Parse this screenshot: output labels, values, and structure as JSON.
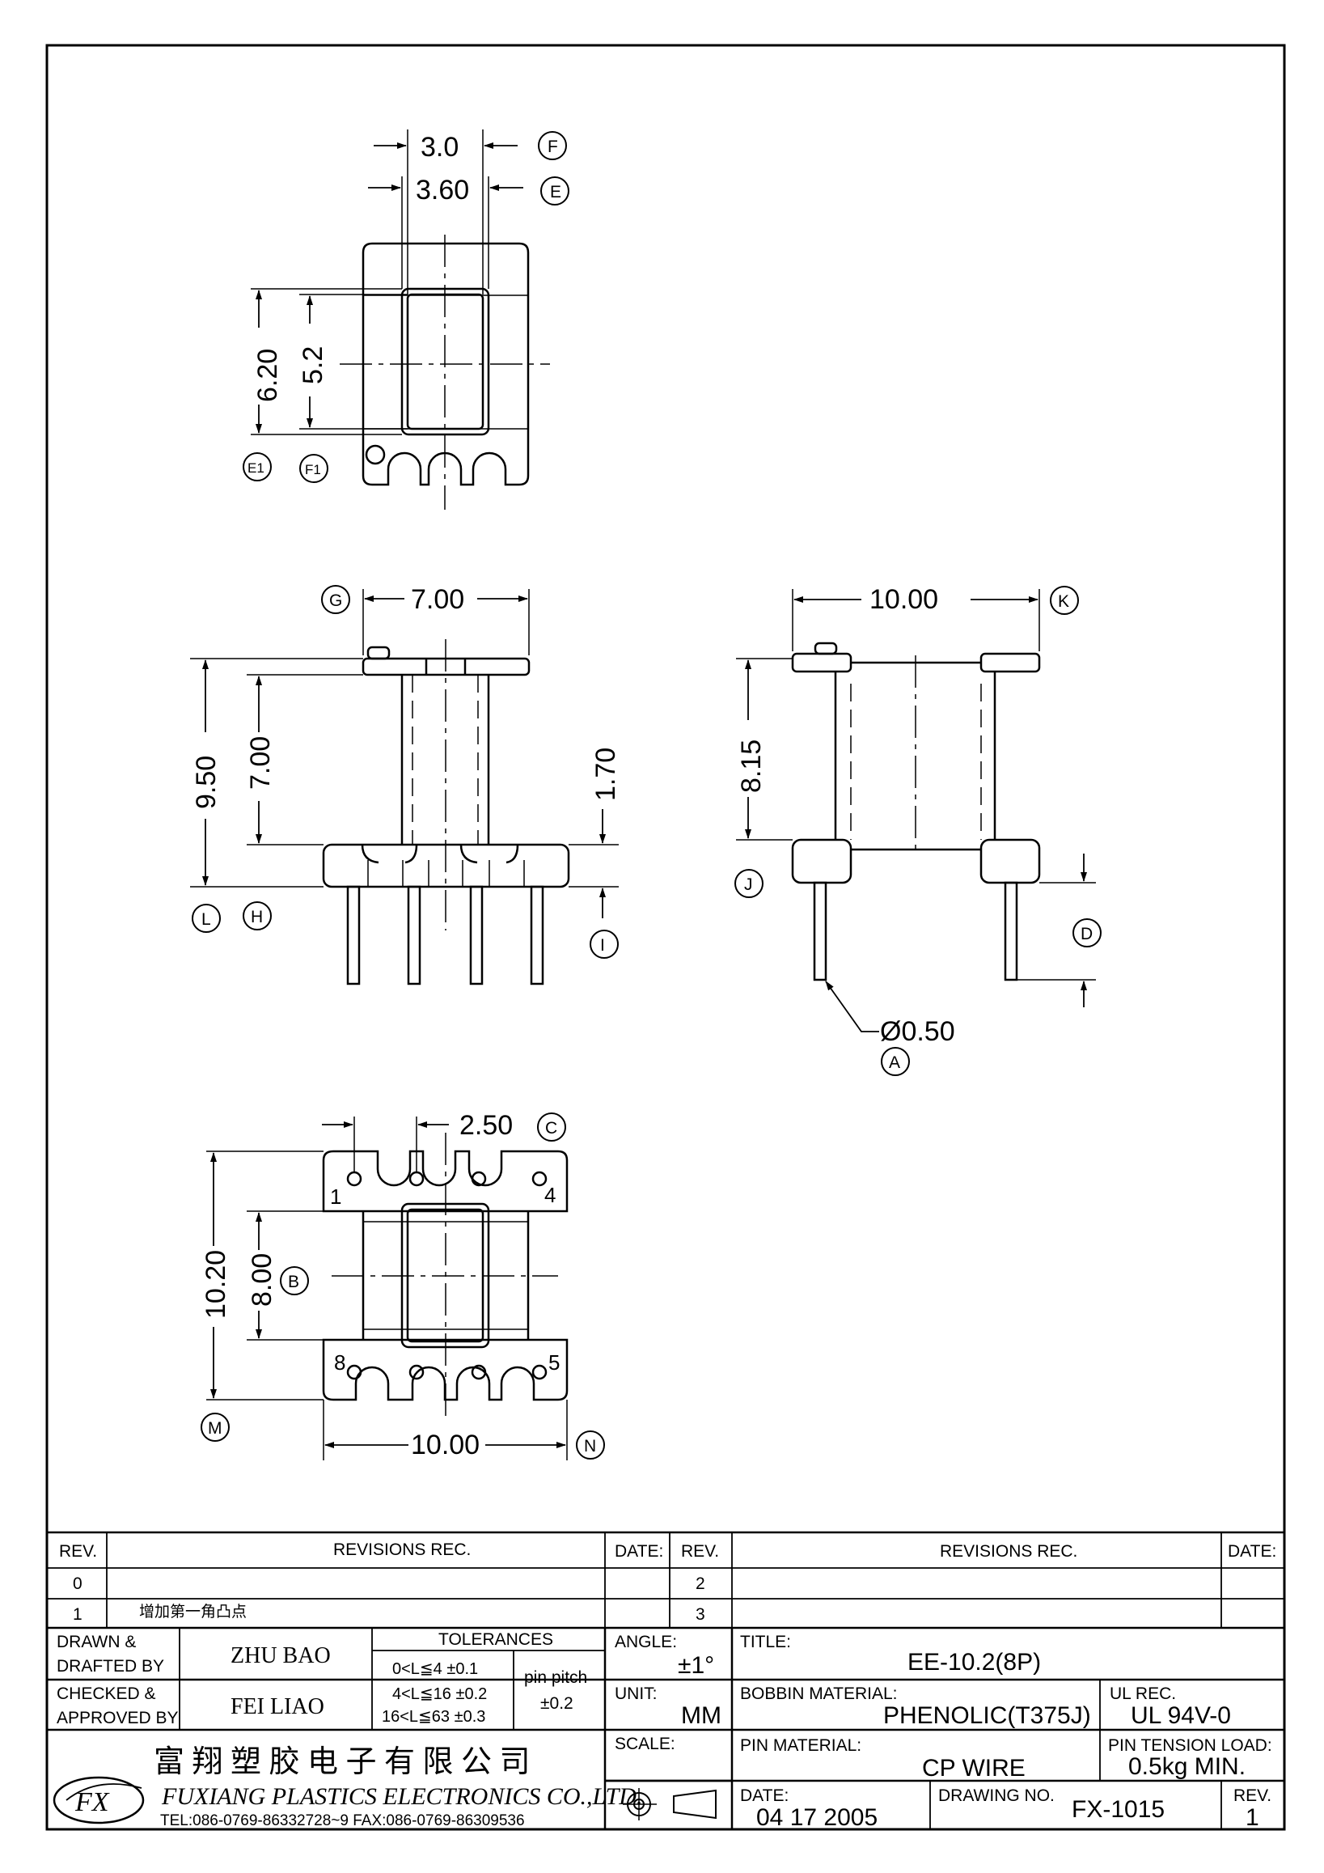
{
  "drawing": {
    "top_view": {
      "dim_width_inner": "3.0",
      "dim_width_outer": "3.60",
      "dim_height_outer": "6.20",
      "dim_height_inner": "5.2",
      "mark_f": "F",
      "mark_e": "E",
      "mark_e1": "E1",
      "mark_f1": "F1"
    },
    "front_view": {
      "dim_flange_width": "7.00",
      "dim_total_height": "9.50",
      "dim_body_height": "7.00",
      "dim_base_thickness": "1.70",
      "mark_g": "G",
      "mark_l": "L",
      "mark_h": "H",
      "mark_i": "I"
    },
    "side_view": {
      "dim_width": "10.00",
      "dim_height": "8.15",
      "dim_pin_diameter": "Ø0.50",
      "mark_k": "K",
      "mark_j": "J",
      "mark_d": "D",
      "mark_a": "A"
    },
    "bottom_view": {
      "dim_pin_pitch": "2.50",
      "dim_outer_height": "10.20",
      "dim_inner_height": "8.00",
      "dim_width": "10.00",
      "mark_c": "C",
      "mark_b": "B",
      "mark_m": "M",
      "mark_n": "N",
      "pin_labels": [
        "1",
        "4",
        "8",
        "5"
      ]
    }
  },
  "revisions": {
    "left": {
      "header_rev": "REV.",
      "header_rec": "REVISIONS   REC.",
      "header_date": "DATE:",
      "rows": [
        {
          "rev": "0",
          "rec": "",
          "date": ""
        },
        {
          "rev": "1",
          "rec": "增加第一角凸点",
          "date": ""
        }
      ]
    },
    "right": {
      "header_rev": "REV.",
      "header_rec": "REVISIONS   REC.",
      "header_date": "DATE:",
      "rows": [
        {
          "rev": "2",
          "rec": "",
          "date": ""
        },
        {
          "rev": "3",
          "rec": "",
          "date": ""
        }
      ]
    }
  },
  "title_block": {
    "drawn_label_1": "DRAWN  &",
    "drawn_label_2": "DRAFTED  BY",
    "drawn_by": "ZHU BAO",
    "checked_label_1": "CHECKED  &",
    "checked_label_2": "APPROVED  BY",
    "checked_by": "FEI LIAO",
    "tolerances_label": "TOLERANCES",
    "tolerance_rows": [
      "0<L≦4    ±0.1",
      "4<L≦16  ±0.2",
      "16<L≦63  ±0.3"
    ],
    "pin_pitch_label": "pin  pitch",
    "pin_pitch_value": "±0.2",
    "angle_label": "ANGLE:",
    "angle_value": "±1°",
    "unit_label": "UNIT:",
    "unit_value": "MM",
    "scale_label": "SCALE:",
    "title_label": "TITLE:",
    "title_value": "EE-10.2(8P)",
    "bobbin_label": "BOBBIN  MATERIAL:",
    "bobbin_value": "PHENOLIC(T375J)",
    "ul_label": "UL  REC.",
    "ul_value": "UL  94V-0",
    "pin_material_label": "PIN  MATERIAL:",
    "pin_material_value": "CP  WIRE",
    "pin_tension_label": "PIN  TENSION  LOAD:",
    "pin_tension_value": "0.5kg  MIN.",
    "date_label": "DATE:",
    "date_value": "04  17  2005",
    "drawing_no_label": "DRAWING  NO.",
    "drawing_no_value": "FX-1015",
    "rev_label": "REV.",
    "rev_value": "1",
    "company_cn": "富 翔 塑 胶 电 子 有 限 公 司",
    "company_en": "FUXIANG  PLASTICS  ELECTRONICS  CO.,LTD.",
    "company_contact": "TEL:086-0769-86332728~9   FAX:086-0769-86309536",
    "logo_text": "FX"
  }
}
